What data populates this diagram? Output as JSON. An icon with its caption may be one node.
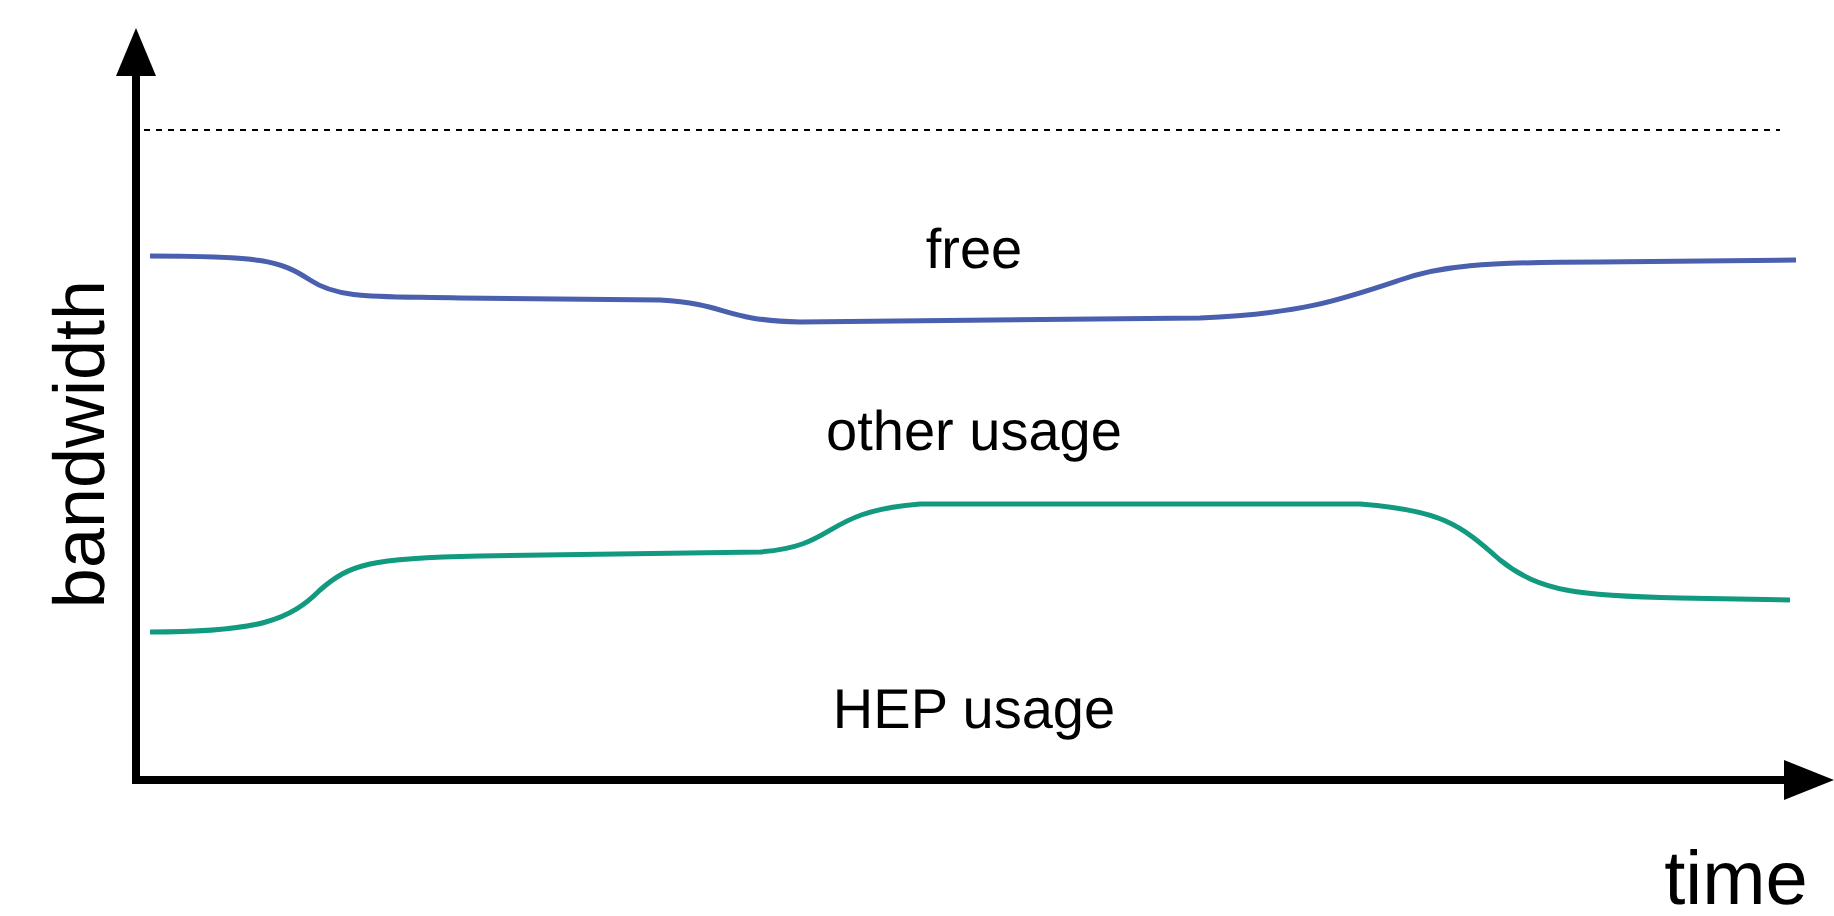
{
  "diagram": {
    "labels": [
      "free",
      "other usage",
      "bandwidth",
      "HEP usage",
      "time"
    ]
  }
}
